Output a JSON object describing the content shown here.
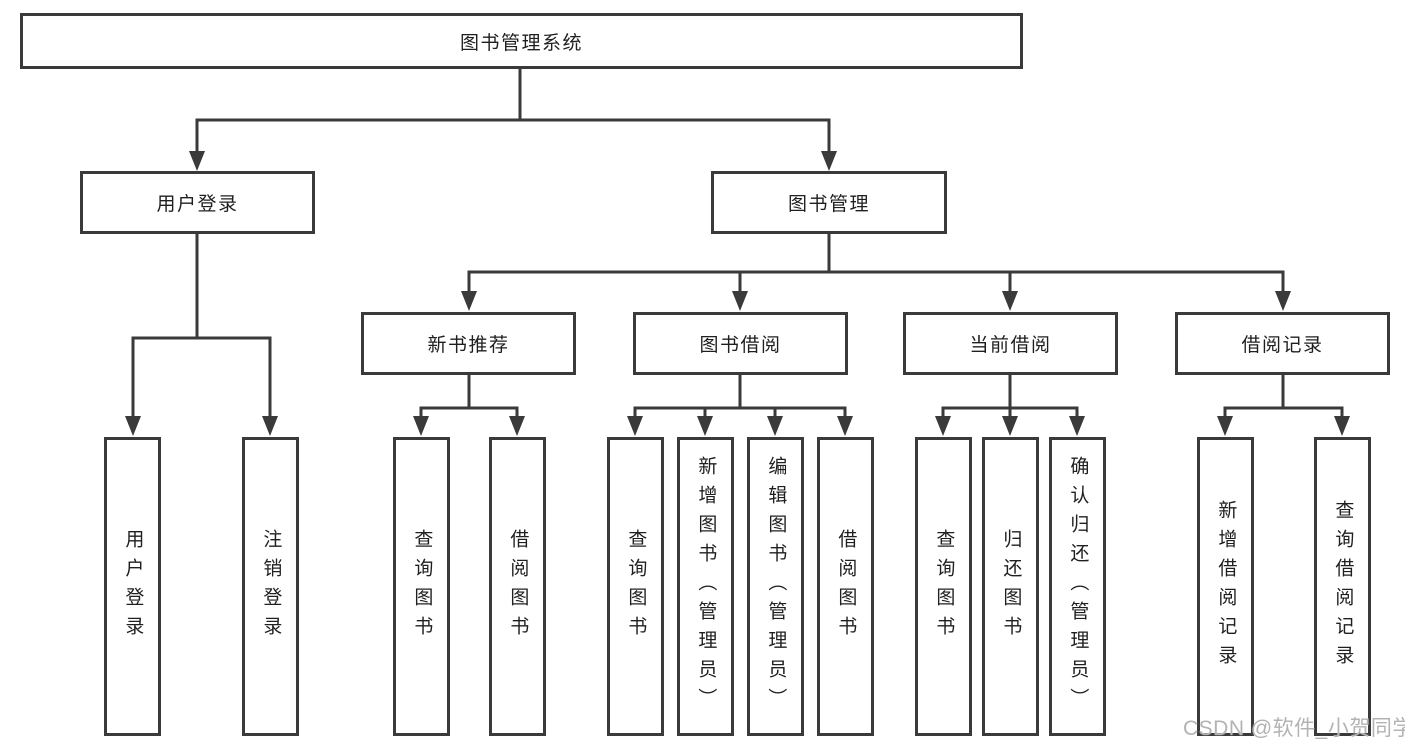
{
  "diagram": {
    "title": "图书管理系统",
    "level2": {
      "user_login": "用户登录",
      "book_management": "图书管理"
    },
    "level3": {
      "new_book": "新书推荐",
      "book_borrow": "图书借阅",
      "current_borrow": "当前借阅",
      "borrow_record": "借阅记录"
    },
    "leaves": {
      "user_login_1": "用户登录",
      "user_login_2": "注销登录",
      "new_book_1": "查询图书",
      "new_book_2": "借阅图书",
      "book_borrow_1": "查询图书",
      "book_borrow_2": "新增图书（管理员）",
      "book_borrow_3": "编辑图书（管理员）",
      "book_borrow_4": "借阅图书",
      "current_borrow_1": "查询图书",
      "current_borrow_2": "归还图书",
      "current_borrow_3": "确认归还（管理员）",
      "borrow_record_1": "新增借阅记录",
      "borrow_record_2": "查询借阅记录"
    }
  },
  "watermark": "CSDN @软件_小贺同学",
  "colors": {
    "line": "#3a3a3a",
    "text": "#1f1f1f",
    "background": "#ffffff",
    "watermark": "#b3b3b3"
  }
}
